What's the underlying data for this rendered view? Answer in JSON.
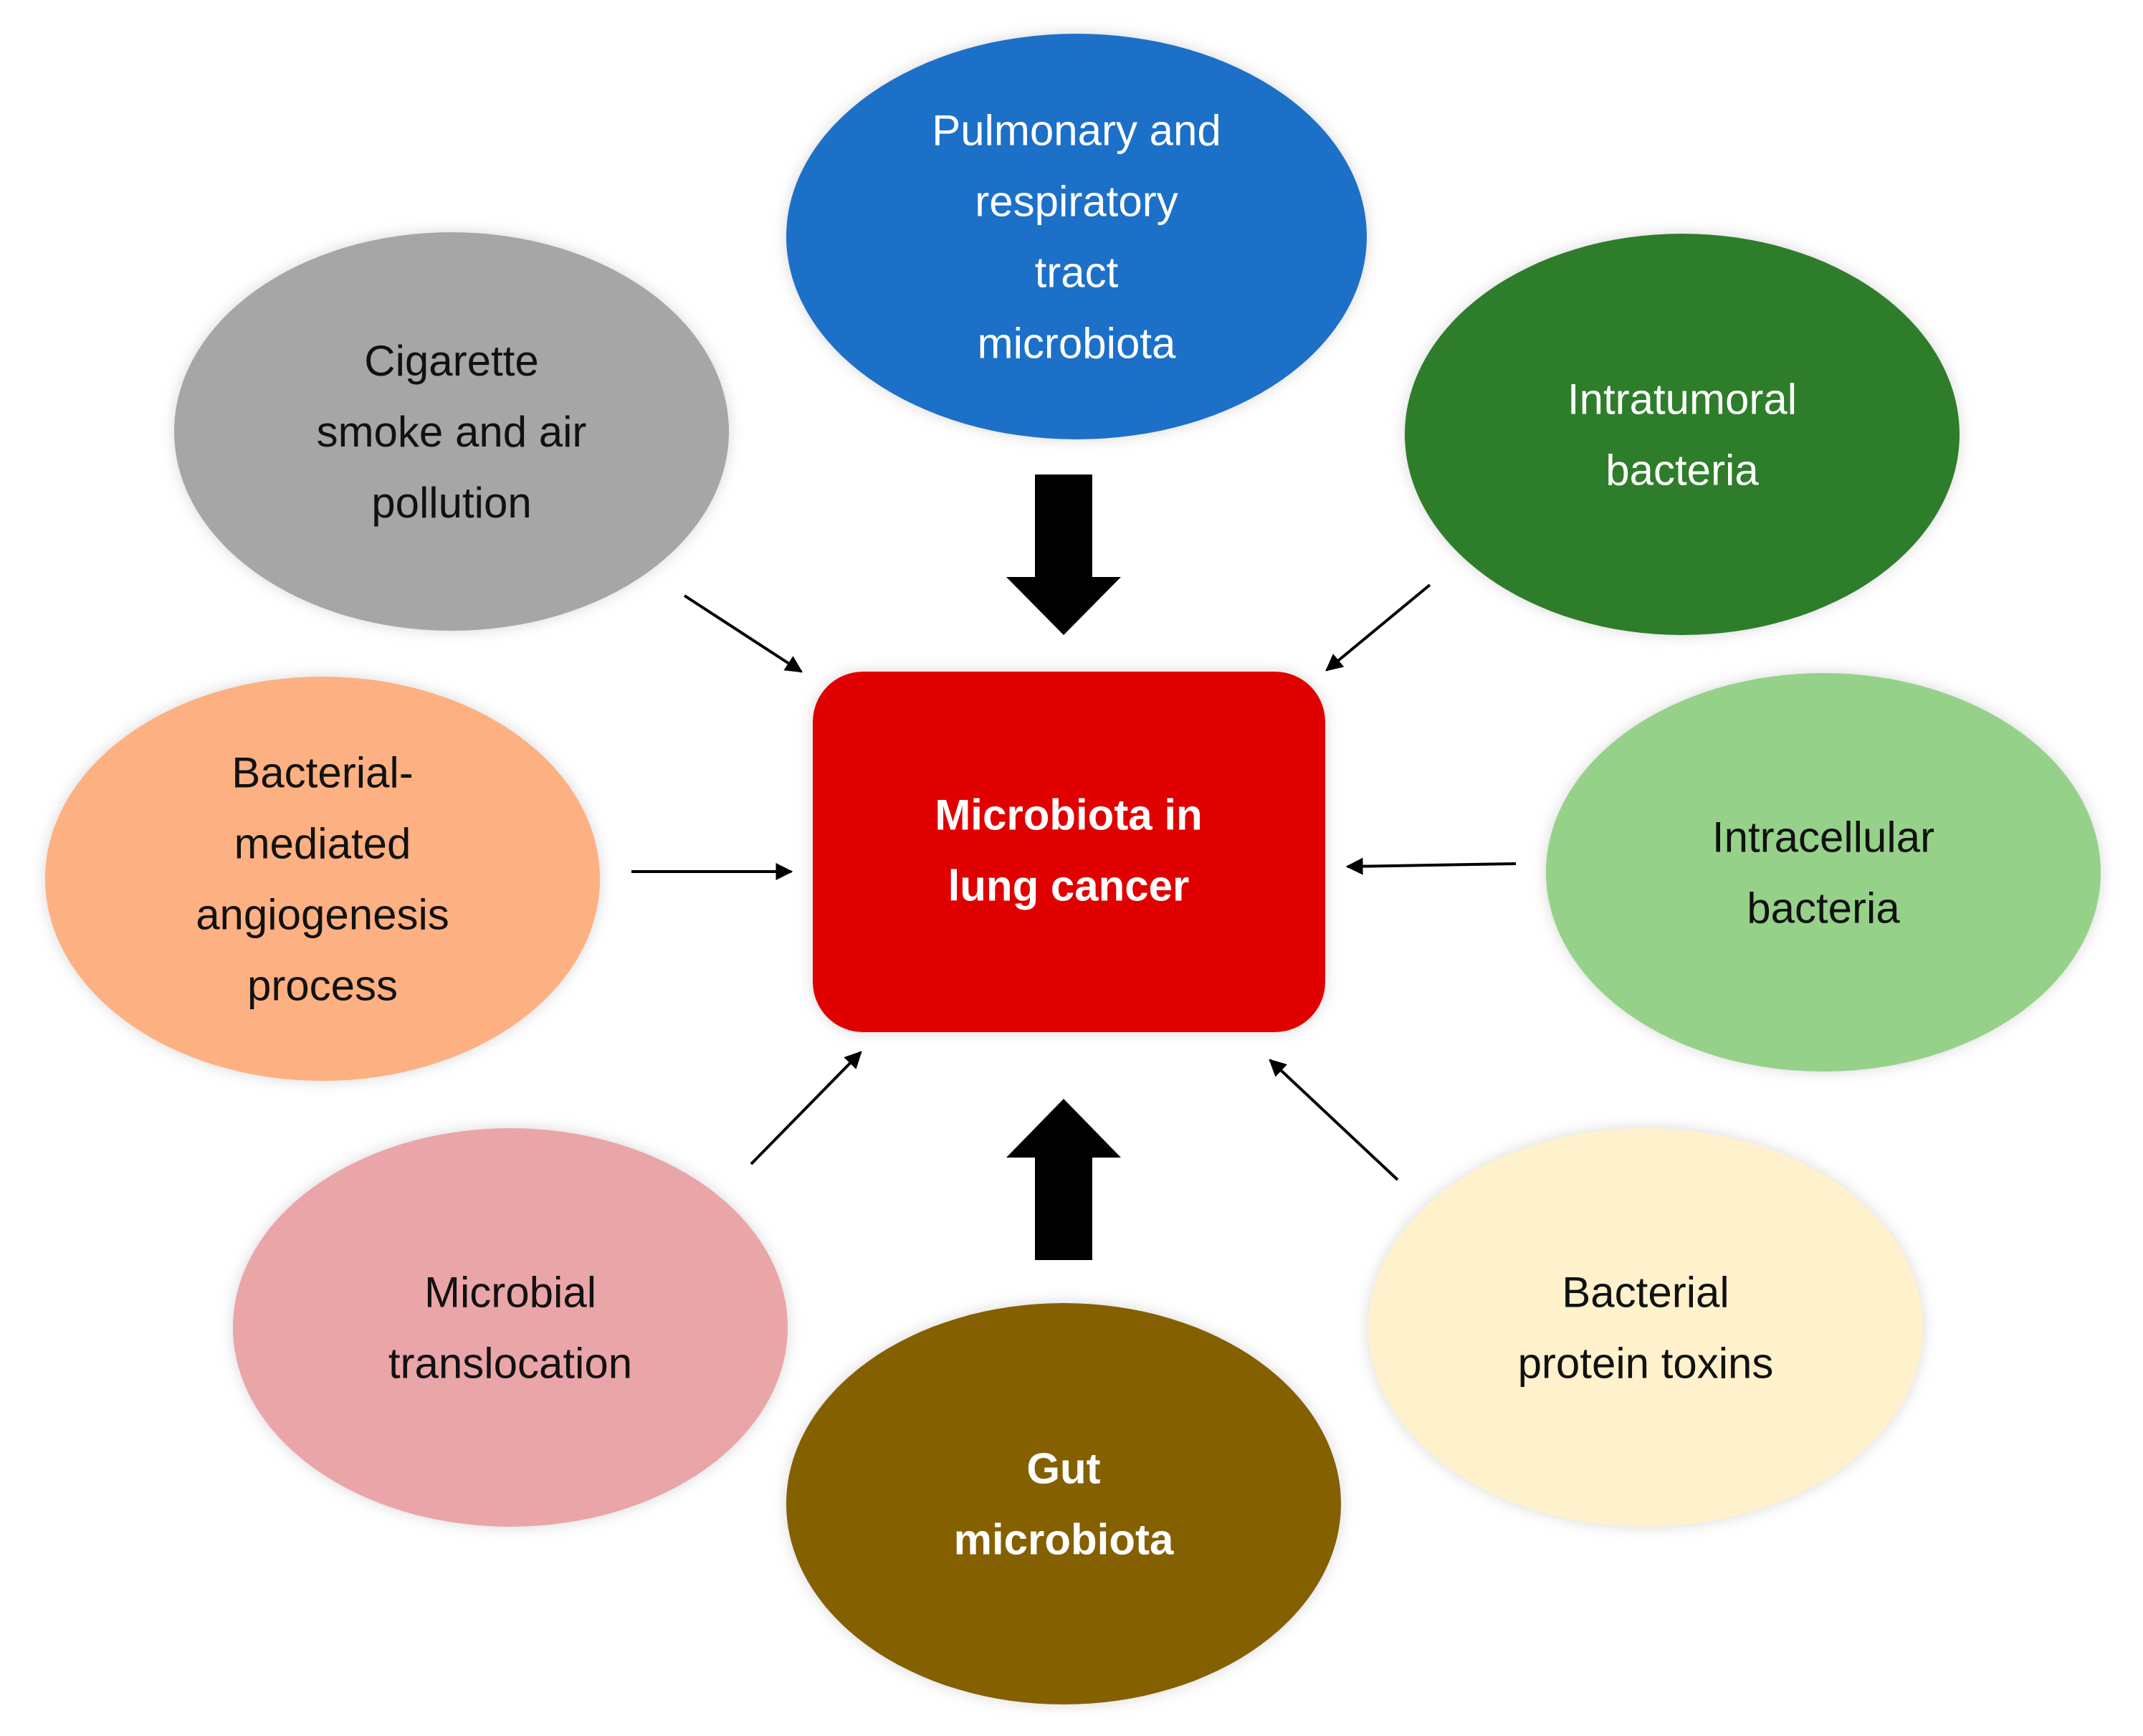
{
  "center": {
    "lines": [
      "Microbiota in",
      "lung cancer"
    ],
    "fill": "#e00000",
    "text_color": "#ffffff"
  },
  "nodes": [
    {
      "id": "pulmonary",
      "lines": [
        "Pulmonary and",
        "respiratory",
        "tract",
        "microbiota"
      ],
      "fill": "#1e6fc8",
      "text_color": "#ffffff",
      "bold": false
    },
    {
      "id": "intratumoral",
      "lines": [
        "Intratumoral",
        "bacteria"
      ],
      "fill": "#2e7d2a",
      "text_color": "#ffffff",
      "bold": false
    },
    {
      "id": "intracellular",
      "lines": [
        "Intracellular",
        "bacteria"
      ],
      "fill": "#96d18a",
      "text_color": "#111111",
      "bold": false
    },
    {
      "id": "toxins",
      "lines": [
        "Bacterial",
        "protein toxins"
      ],
      "fill": "#fff1cc",
      "text_color": "#111111",
      "bold": false
    },
    {
      "id": "gut",
      "lines": [
        "Gut",
        "microbiota"
      ],
      "fill": "#856000",
      "text_color": "#ffffff",
      "bold": true
    },
    {
      "id": "translocation",
      "lines": [
        "Microbial",
        "translocation"
      ],
      "fill": "#eaa5a8",
      "text_color": "#111111",
      "bold": false
    },
    {
      "id": "angiogenesis",
      "lines": [
        "Bacterial-",
        "mediated",
        "angiogenesis",
        "process"
      ],
      "fill": "#fdb081",
      "text_color": "#111111",
      "bold": false
    },
    {
      "id": "cigarette",
      "lines": [
        "Cigarette",
        "smoke and air",
        "pollution"
      ],
      "fill": "#a6a6a6",
      "text_color": "#111111",
      "bold": false
    }
  ],
  "arrow_color": "#000000"
}
